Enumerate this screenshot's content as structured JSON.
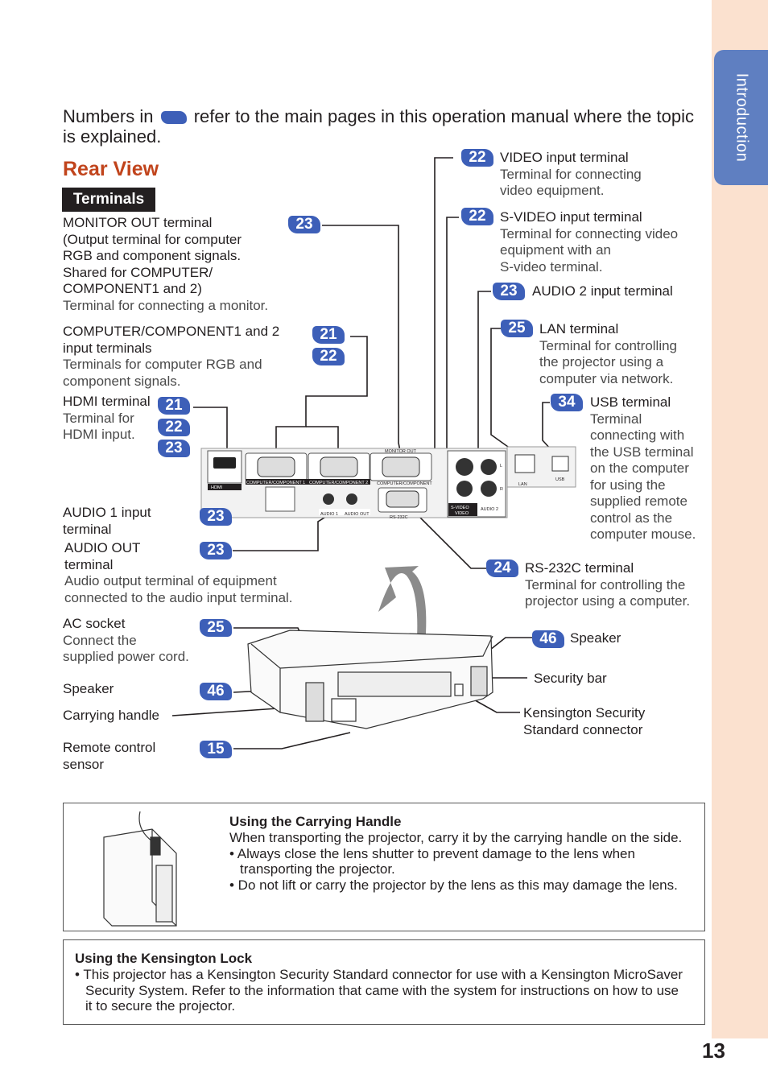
{
  "sidebar": {
    "tab_label": "Introduction",
    "page_number": "13"
  },
  "intro": {
    "before": "Numbers in",
    "after": "refer to the main pages in this operation manual where the topic is explained."
  },
  "section_title": "Rear View",
  "terminals_header": "Terminals",
  "labels": {
    "monitor_out": {
      "title": "MONITOR OUT terminal",
      "lines": [
        "(Output terminal for computer",
        "RGB and component signals.",
        "Shared for COMPUTER/",
        "COMPONENT1 and 2)"
      ],
      "desc": "Terminal for connecting a monitor.",
      "pages": [
        "23"
      ]
    },
    "computer_in": {
      "title": "COMPUTER/COMPONENT1 and 2",
      "title2": "input terminals",
      "desc1": "Terminals for computer RGB and",
      "desc2": "component signals.",
      "pages": [
        "21",
        "22"
      ]
    },
    "hdmi": {
      "title": "HDMI terminal",
      "desc1": "Terminal for",
      "desc2": "HDMI input.",
      "pages": [
        "21",
        "22",
        "23"
      ]
    },
    "audio1": {
      "title1": "AUDIO 1 input",
      "title2": "terminal",
      "pages": [
        "23"
      ]
    },
    "audio_out": {
      "title1": "AUDIO OUT",
      "title2": "terminal",
      "desc1": "Audio output terminal of equipment",
      "desc2": "connected to the audio input terminal.",
      "pages": [
        "23"
      ]
    },
    "ac_socket": {
      "title": "AC socket",
      "desc1": "Connect the",
      "desc2": "supplied power cord.",
      "pages": [
        "25"
      ]
    },
    "speaker_left": {
      "title": "Speaker",
      "pages": [
        "46"
      ]
    },
    "carrying_handle": {
      "title": "Carrying handle"
    },
    "remote_sensor": {
      "title1": "Remote control",
      "title2": "sensor",
      "pages": [
        "15"
      ]
    },
    "video_in": {
      "title": "VIDEO input terminal",
      "desc1": "Terminal for connecting",
      "desc2": "video equipment.",
      "pages": [
        "22"
      ]
    },
    "svideo_in": {
      "title": "S-VIDEO input terminal",
      "desc1": "Terminal for connecting video",
      "desc2": "equipment with an",
      "desc3": "S-video terminal.",
      "pages": [
        "22"
      ]
    },
    "audio2": {
      "title": "AUDIO 2 input terminal",
      "pages": [
        "23"
      ]
    },
    "lan": {
      "title": "LAN terminal",
      "desc1": "Terminal for controlling",
      "desc2": "the projector using a",
      "desc3": "computer via network.",
      "pages": [
        "25"
      ]
    },
    "usb": {
      "title": "USB terminal",
      "lines": [
        "Terminal",
        "connecting with",
        "the USB terminal",
        "on the computer",
        "for using the",
        "supplied remote",
        "control as the",
        "computer mouse."
      ],
      "pages": [
        "34"
      ]
    },
    "rs232c": {
      "title": "RS-232C terminal",
      "desc1": "Terminal for controlling the",
      "desc2": "projector using a computer.",
      "pages": [
        "24"
      ]
    },
    "speaker_right": {
      "title": "Speaker",
      "pages": [
        "46"
      ]
    },
    "security_bar": {
      "title": "Security bar"
    },
    "kensington": {
      "title1": "Kensington Security",
      "title2": "Standard connector"
    }
  },
  "panel_text": {
    "hdmi": "HDMI",
    "comp1": "COMPUTER/COMPONENT 1",
    "comp2": "COMPUTER/COMPONENT 2",
    "monitor_out": "MONITOR OUT",
    "computer_component": "COMPUTER/COMPONENT",
    "audio1": "AUDIO 1",
    "audio_out": "AUDIO OUT",
    "rs232c": "RS-232C",
    "svideo": "S-VIDEO",
    "video": "VIDEO",
    "audio2": "AUDIO 2",
    "l": "L",
    "r": "R",
    "lan": "LAN",
    "usb": "USB"
  },
  "notes": {
    "carrying": {
      "title": "Using the Carrying Handle",
      "body": "When transporting the projector, carry it by the carrying handle on the side.",
      "bullets": [
        "• Always close the lens shutter to prevent damage to the lens when transporting the projector.",
        "• Do not lift or carry the projector by the lens as this may damage the lens."
      ]
    },
    "kensington": {
      "title": "Using the Kensington Lock",
      "bullets": [
        "• This projector has a Kensington Security Standard connector for use with a Kensington MicroSaver Security System. Refer to the information that came with the system for instructions on how to use it to secure the projector."
      ]
    }
  },
  "colors": {
    "accent_blue": "#3d5fb8",
    "title_red": "#c1441c",
    "sidebar_peach": "#fbe1cf",
    "tab_blue": "#5f7fc1"
  }
}
